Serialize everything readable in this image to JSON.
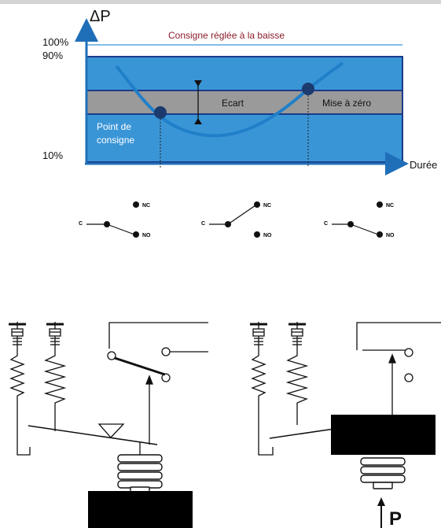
{
  "graph": {
    "y_axis_label": "ΔP",
    "x_axis_label": "Durée",
    "tick_100": "100%",
    "tick_90": "90%",
    "tick_10": "10%",
    "consigne_label": "Consigne réglée à la baisse",
    "ecart_label": "Ecart",
    "mise_a_zero_label": "Mise à zéro",
    "point_consigne_line1": "Point de",
    "point_consigne_line2": "consigne",
    "colors": {
      "band_outer": "#3a95d6",
      "band_gray": "#9a9a9a",
      "line_dark": "#1b3a8a",
      "curve": "#1f7fc9",
      "consigne_text": "#8a1c2a"
    }
  },
  "switches": [
    {
      "c_label": "C",
      "nc_label": "NC",
      "no_label": "NO",
      "state": "NO"
    },
    {
      "c_label": "C",
      "nc_label": "NC",
      "no_label": "NO",
      "state": "NC"
    },
    {
      "c_label": "C",
      "nc_label": "NC",
      "no_label": "NO",
      "state": "NO"
    }
  ],
  "mechanism": {
    "pressure_label": "P"
  }
}
